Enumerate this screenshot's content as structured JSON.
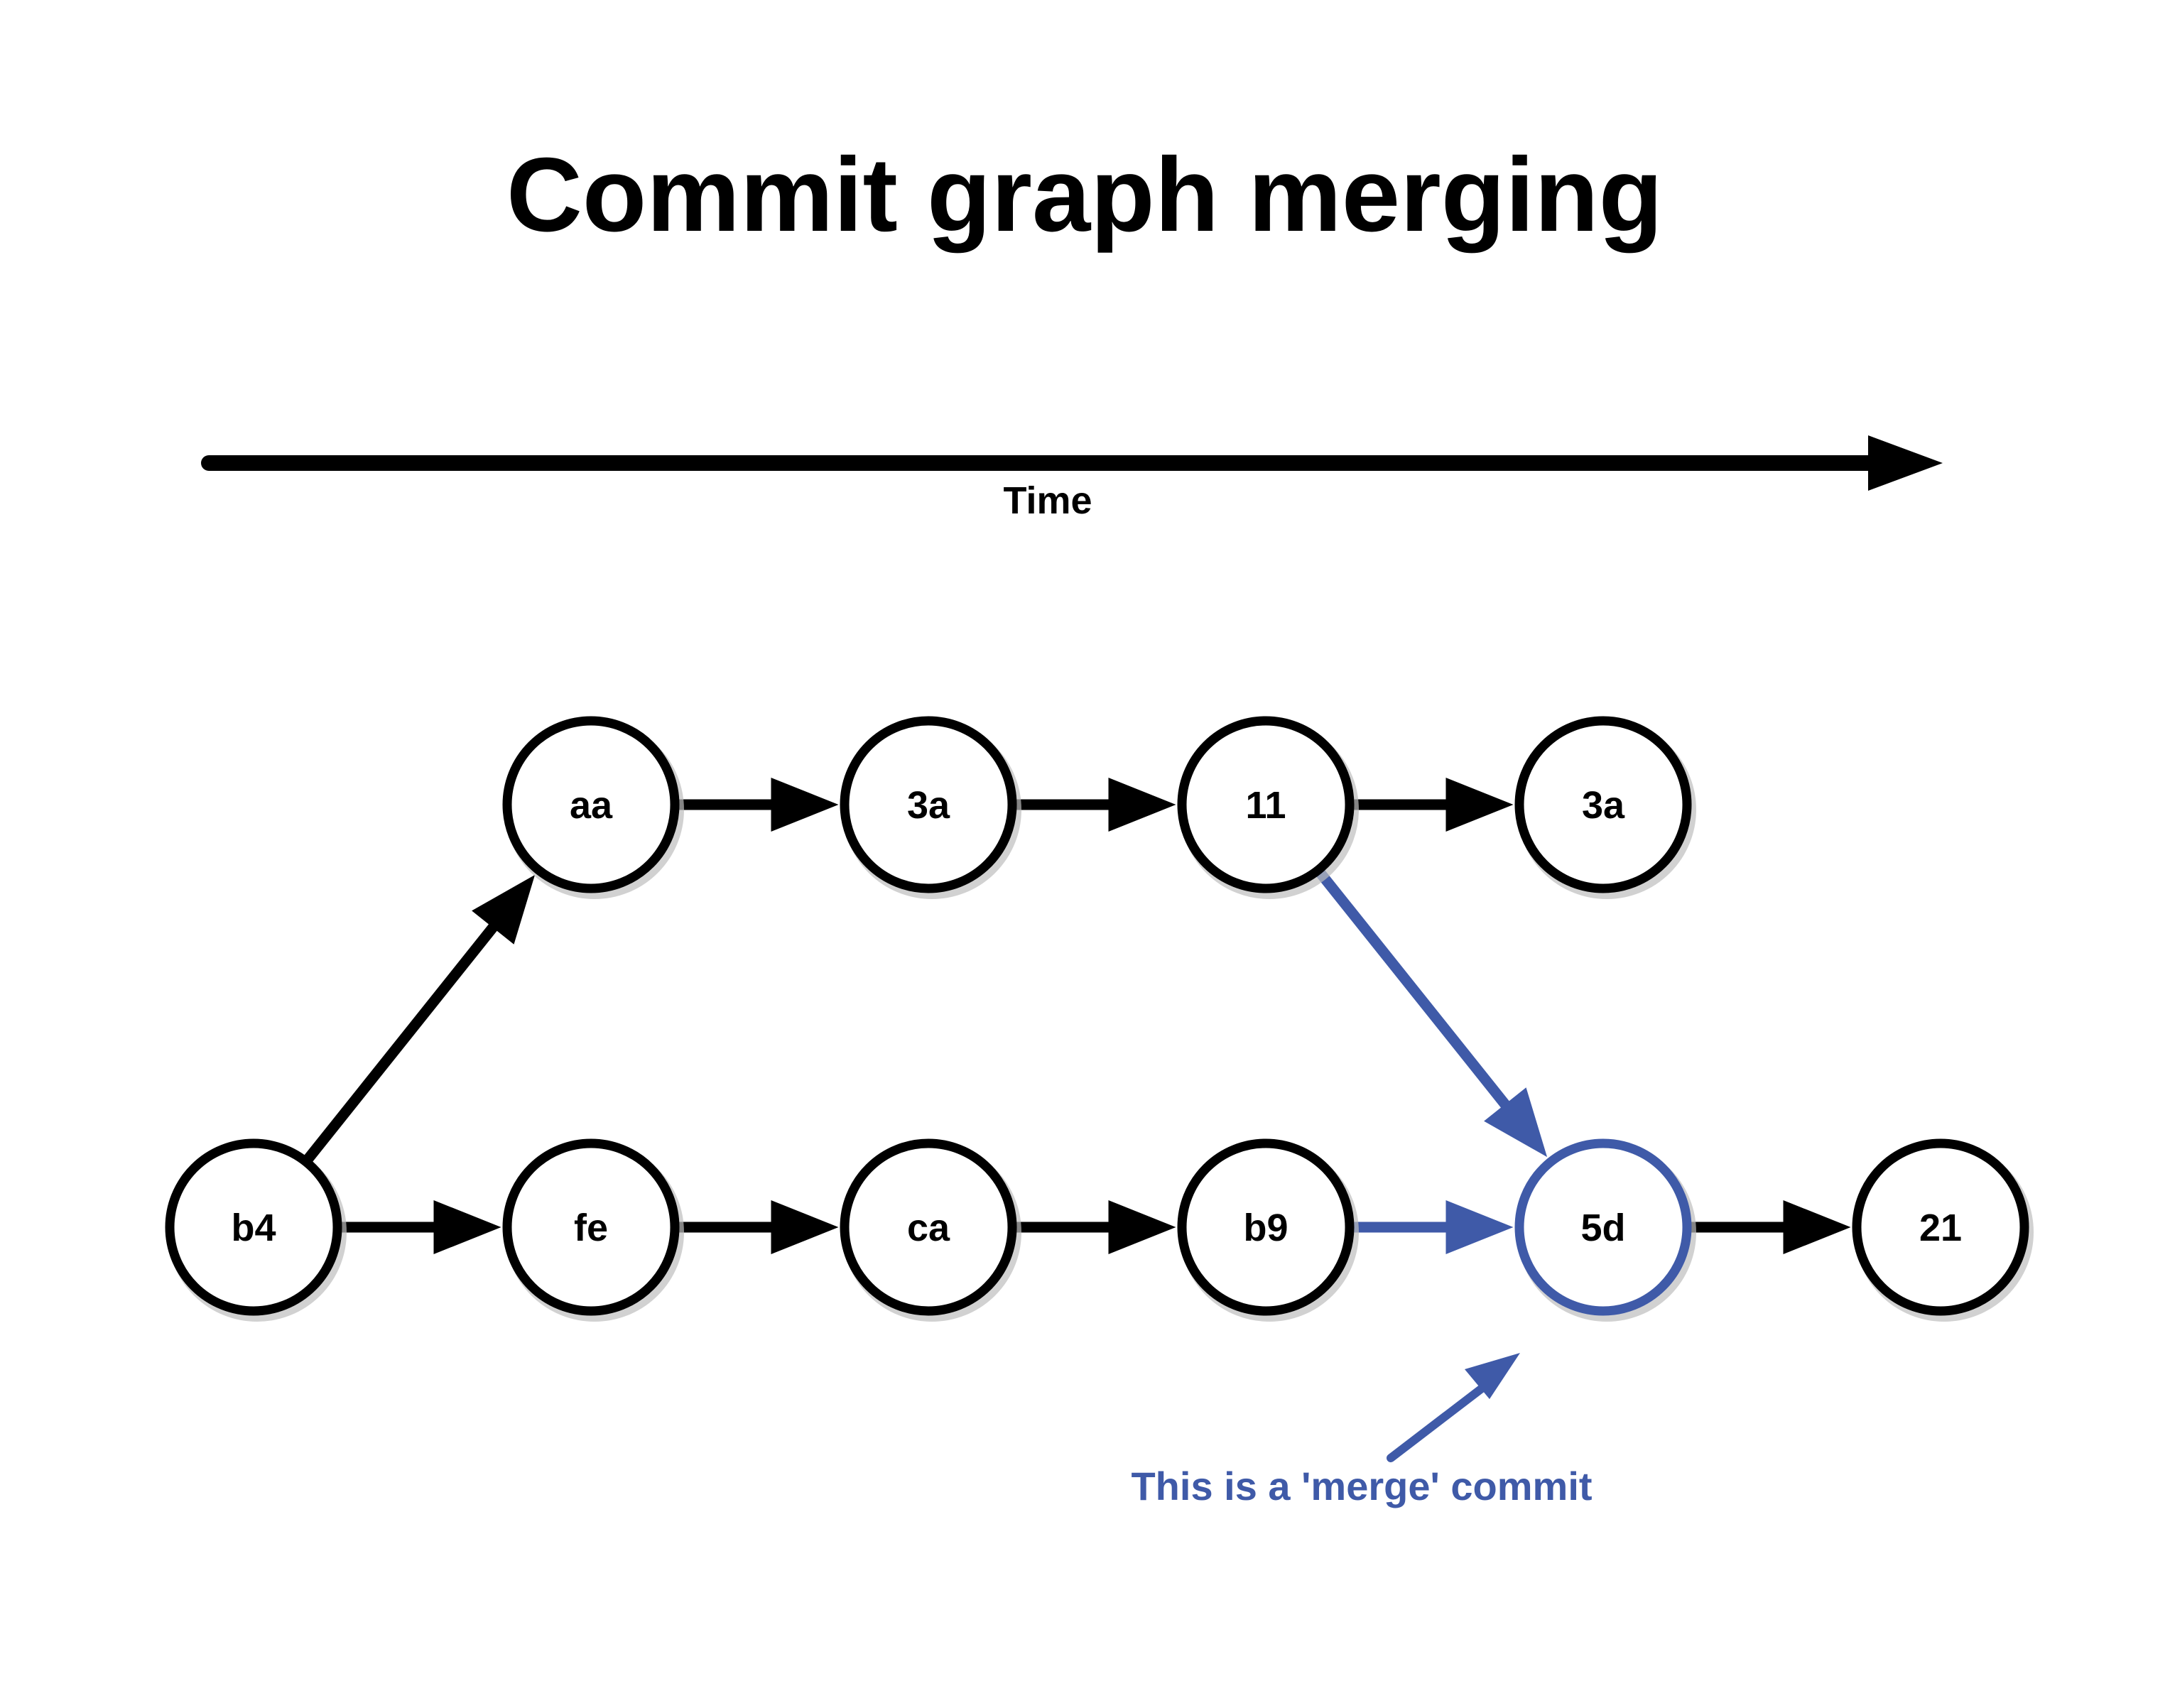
{
  "title": "Commit graph merging",
  "time_axis": {
    "label": "Time"
  },
  "colors": {
    "default": "#000000",
    "merge": "#3f5aa8",
    "shadow": "#bdbdbd"
  },
  "nodes": [
    {
      "id": "b4",
      "label": "b4",
      "lane": "lower",
      "step": 0
    },
    {
      "id": "aa",
      "label": "aa",
      "lane": "upper",
      "step": 1
    },
    {
      "id": "3a1",
      "label": "3a",
      "lane": "upper",
      "step": 2
    },
    {
      "id": "11",
      "label": "11",
      "lane": "upper",
      "step": 3
    },
    {
      "id": "3a2",
      "label": "3a",
      "lane": "upper",
      "step": 4
    },
    {
      "id": "fe",
      "label": "fe",
      "lane": "lower",
      "step": 1
    },
    {
      "id": "ca",
      "label": "ca",
      "lane": "lower",
      "step": 2
    },
    {
      "id": "b9",
      "label": "b9",
      "lane": "lower",
      "step": 3
    },
    {
      "id": "5d",
      "label": "5d",
      "lane": "lower",
      "step": 4,
      "highlight": true
    },
    {
      "id": "21",
      "label": "21",
      "lane": "lower",
      "step": 5
    }
  ],
  "edges": [
    {
      "from": "b4",
      "to": "aa"
    },
    {
      "from": "aa",
      "to": "3a1"
    },
    {
      "from": "3a1",
      "to": "11"
    },
    {
      "from": "11",
      "to": "3a2"
    },
    {
      "from": "b4",
      "to": "fe"
    },
    {
      "from": "fe",
      "to": "ca"
    },
    {
      "from": "ca",
      "to": "b9"
    },
    {
      "from": "11",
      "to": "5d",
      "highlight": true
    },
    {
      "from": "b9",
      "to": "5d",
      "highlight": true
    },
    {
      "from": "5d",
      "to": "21"
    }
  ],
  "annotation": {
    "text": "This is a 'merge' commit",
    "target": "5d"
  }
}
